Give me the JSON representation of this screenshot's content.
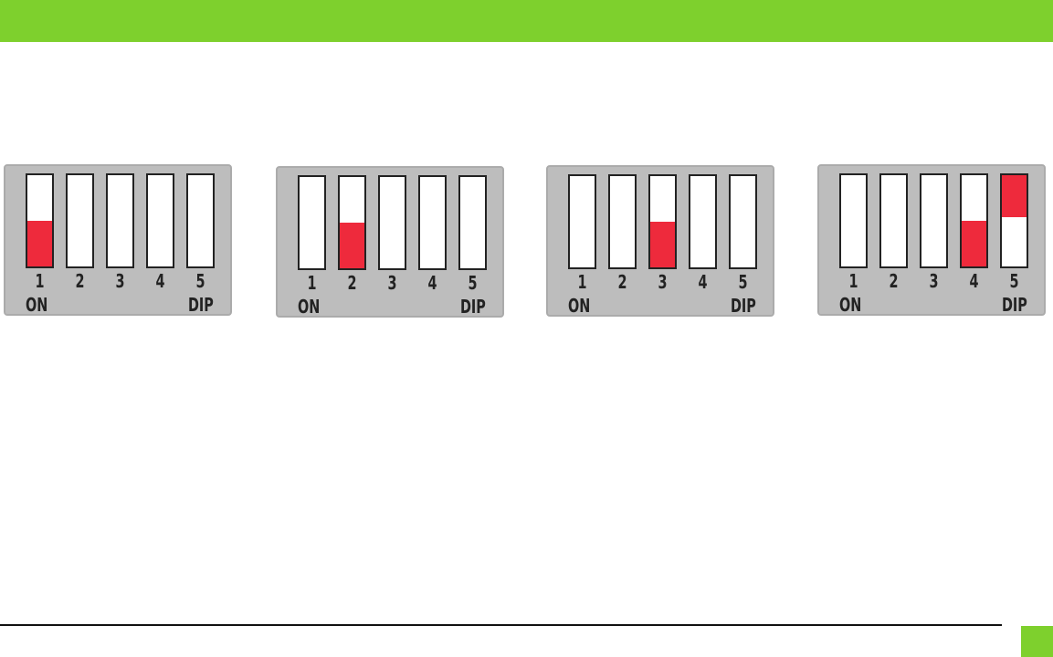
{
  "colors": {
    "green": "#7ed02d",
    "red": "#ee2a3c",
    "rule": "#111111"
  },
  "panels": [
    {
      "labels": [
        "1",
        "2",
        "3",
        "4",
        "5"
      ],
      "on_label": "ON",
      "dip_label": "DIP",
      "red_switches": [
        1
      ]
    },
    {
      "labels": [
        "1",
        "2",
        "3",
        "4",
        "5"
      ],
      "on_label": "ON",
      "dip_label": "DIP",
      "red_switches": [
        2
      ]
    },
    {
      "labels": [
        "1",
        "2",
        "3",
        "4",
        "5"
      ],
      "on_label": "ON",
      "dip_label": "DIP",
      "red_switches": [
        3
      ]
    },
    {
      "labels": [
        "1",
        "2",
        "3",
        "4",
        "5"
      ],
      "on_label": "ON",
      "dip_label": "DIP",
      "red_switches": [
        4,
        5
      ]
    }
  ]
}
